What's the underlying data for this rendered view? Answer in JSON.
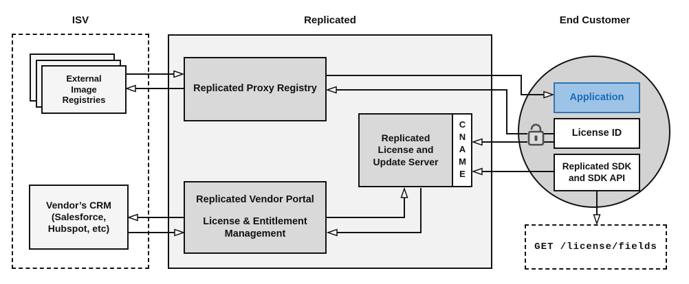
{
  "headers": {
    "isv": "ISV",
    "replicated": "Replicated",
    "end_customer": "End Customer"
  },
  "nodes": {
    "external_image_registries": {
      "label": "External\nImage\nRegistries"
    },
    "vendor_crm": {
      "label": "Vendor’s CRM\n(Salesforce,\nHubspot, etc)"
    },
    "proxy_registry": {
      "label": "Replicated Proxy Registry"
    },
    "vendor_portal": {
      "title": "Replicated Vendor Portal",
      "subtitle": "License & Entitlement\nManagement"
    },
    "license_update_server": {
      "label": "Replicated\nLicense and\nUpdate Server"
    },
    "cname": {
      "label": "CNAME"
    },
    "application": {
      "label": "Application"
    },
    "license_id": {
      "label": "License ID"
    },
    "replicated_sdk": {
      "label": "Replicated SDK\nand SDK API"
    },
    "get_endpoint": {
      "label": "GET /license/fields"
    }
  },
  "icons": {
    "unlock": "open-padlock between License ID and CNAME link"
  },
  "colors": {
    "container_fill": "#F2F2F2",
    "node_fill": "#D9D9D9",
    "light_node_fill": "#F5F5F5",
    "circle_fill": "#D3D3D3",
    "application_fill": "#9DC3E6",
    "application_border": "#2E75B6",
    "application_text": "#1E6BB8",
    "line": "#111111"
  }
}
